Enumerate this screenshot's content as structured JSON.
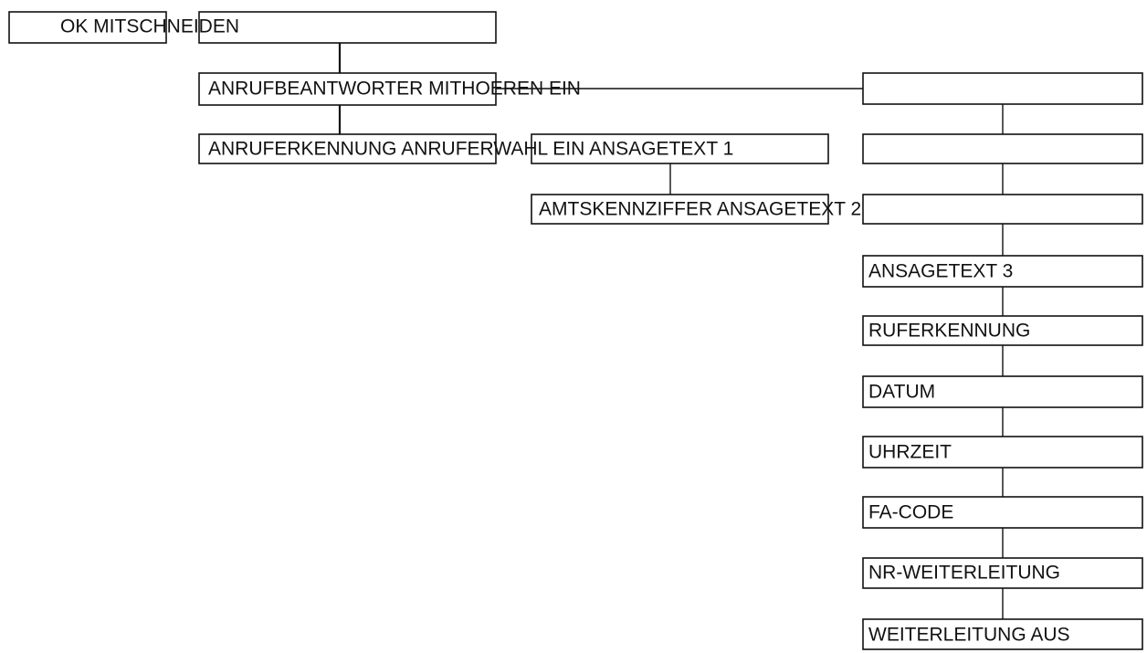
{
  "diagram": {
    "labels": {
      "ok_mitschneiden": "OK MITSCHNEIDEN",
      "anrufbeantworter": "ANRUFBEANTWORTER MITHOEREN EIN",
      "anruferkennung": "ANRUFERKENNUNG ANRUFERWAHL EIN ANSAGETEXT 1",
      "amtskennziffer": "AMTSKENNZIFFER ANSAGETEXT 2",
      "ansagetext3": "ANSAGETEXT 3",
      "ruferkennung": "RUFERKENNUNG",
      "datum": "DATUM",
      "uhrzeit": "UHRZEIT",
      "fa_code": "FA-CODE",
      "nr_weiterleitung": "NR-WEITERLEITUNG",
      "weiterleitung_aus": "WEITERLEITUNG AUS"
    }
  }
}
